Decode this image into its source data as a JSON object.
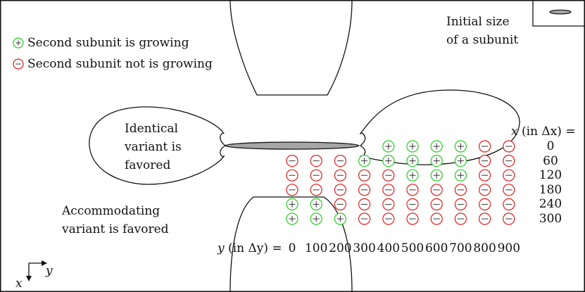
{
  "legend": {
    "growing": "Second subunit is growing",
    "not_growing": "Second subunit not is growing"
  },
  "inset": {
    "line1": "Initial size",
    "line2": "of a subunit"
  },
  "region_labels": {
    "identical_1": "Identical",
    "identical_2": "variant is",
    "identical_3": "favored",
    "accommodating_1": "Accommodating",
    "accommodating_2": "variant is favored"
  },
  "axes": {
    "x_header_var": "x",
    "x_header_unit": "(in Δx) =",
    "y_header_var": "y",
    "y_header_unit": "(in Δy) =",
    "corner_x": "x",
    "corner_y": "y"
  },
  "colors": {
    "plus": "#22cc22",
    "minus": "#e31a1a",
    "outline": "#111111",
    "subunit_fill": "#a6a6a6"
  },
  "chart_data": {
    "type": "heatmap",
    "x_values": [
      0,
      100,
      200,
      300,
      400,
      500,
      600,
      700,
      800,
      900
    ],
    "y_values": [
      0,
      60,
      120,
      180,
      240,
      300
    ],
    "x_tick_labels": [
      "0",
      "100",
      "200",
      "300",
      "400",
      "500",
      "600",
      "700",
      "800",
      "900"
    ],
    "y_tick_labels": [
      "0",
      "60",
      "120",
      "180",
      "240",
      "300"
    ],
    "grid": [
      [
        null,
        null,
        null,
        null,
        "+",
        "+",
        "+",
        "+",
        "-",
        "-"
      ],
      [
        "-",
        "-",
        "-",
        "+",
        "+",
        "+",
        "+",
        "+",
        "-",
        "-"
      ],
      [
        "-",
        "-",
        "-",
        "-",
        "-",
        "+",
        "+",
        "+",
        "-",
        "-"
      ],
      [
        "-",
        "-",
        "-",
        "-",
        "-",
        "-",
        "-",
        "-",
        "-",
        "-"
      ],
      [
        "+",
        "+",
        "-",
        "-",
        "-",
        "-",
        "-",
        "-",
        "-",
        "-"
      ],
      [
        "+",
        "+",
        "+",
        "-",
        "-",
        "-",
        "-",
        "-",
        "-",
        "-"
      ]
    ]
  }
}
